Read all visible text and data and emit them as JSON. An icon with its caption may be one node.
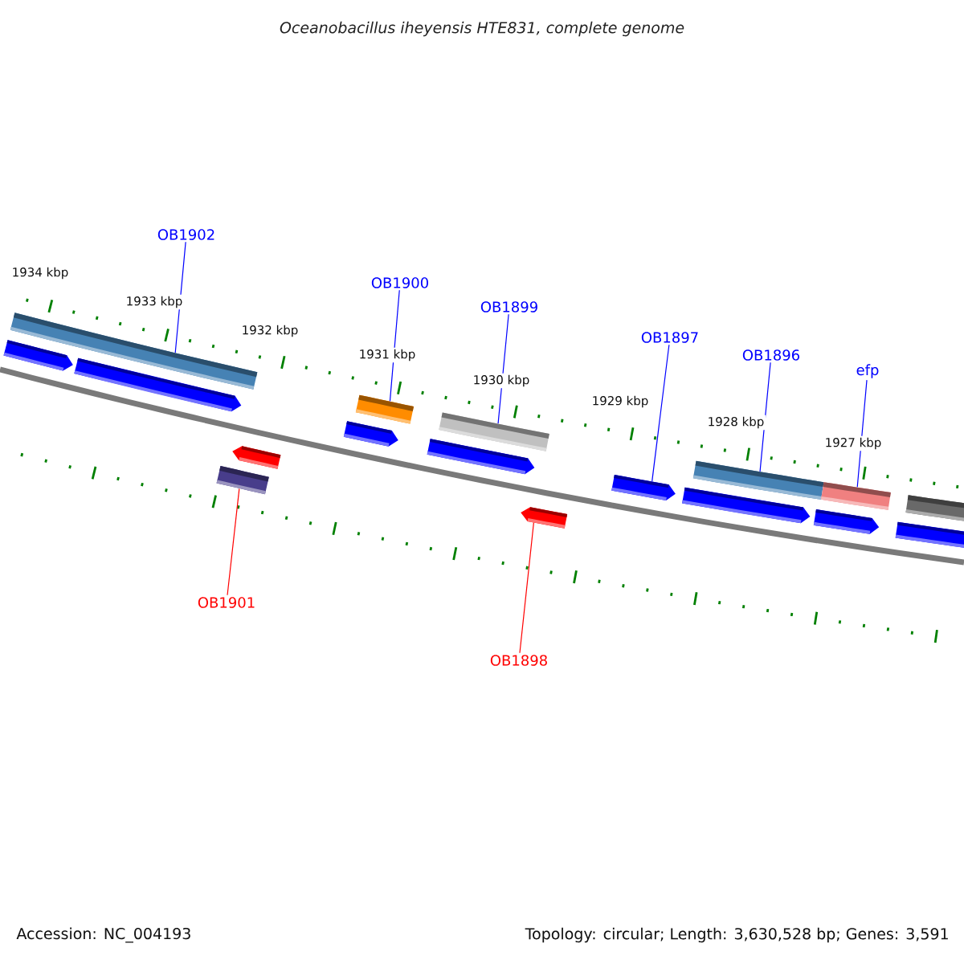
{
  "diagram": {
    "title": "Oceanobacillus iheyensis HTE831, complete genome",
    "nodes": [
      {
        "text": [
          "OB1902"
        ]
      },
      {
        "text": [
          "OB1900"
        ]
      },
      {
        "text": [
          "OB1899"
        ]
      },
      {
        "text": [
          "OB1897"
        ]
      },
      {
        "text": [
          "OB1896"
        ]
      },
      {
        "text": [
          "efp"
        ]
      },
      {
        "text": [
          "OB1901"
        ]
      },
      {
        "text": [
          "OB1898"
        ]
      },
      {
        "text": [],
        "shape": "bar"
      },
      {
        "text": [],
        "shape": "pentagon"
      },
      {
        "text": [],
        "shape": "pentagon"
      },
      {
        "text": [],
        "shape": "bar"
      },
      {
        "text": [],
        "shape": "pentagon"
      },
      {
        "text": [],
        "shape": "pentagon"
      },
      {
        "text": [],
        "shape": "bar"
      },
      {
        "text": [],
        "shape": "pentagon"
      },
      {
        "text": [],
        "shape": "bar"
      },
      {
        "text": [],
        "shape": "pentagon"
      },
      {
        "text": [],
        "shape": "pentagon"
      },
      {
        "text": [],
        "shape": "pentagon"
      },
      {
        "text": [],
        "shape": "bar"
      },
      {
        "text": [],
        "shape": "pentagon"
      },
      {
        "text": [],
        "shape": "bar"
      },
      {
        "text": [],
        "shape": "pentagon"
      },
      {
        "text": [],
        "shape": "bar"
      }
    ],
    "edges": [
      {
        "from": 0,
        "to": 8,
        "arrow": "none"
      },
      {
        "from": 1,
        "to": 14,
        "arrow": "none"
      },
      {
        "from": 2,
        "to": 16,
        "arrow": "none"
      },
      {
        "from": 3,
        "to": 18,
        "arrow": "none"
      },
      {
        "from": 4,
        "to": 20,
        "arrow": "none"
      },
      {
        "from": 5,
        "to": 22,
        "arrow": "none"
      },
      {
        "from": 6,
        "to": 11,
        "arrow": "none",
        "color": "#ff0000"
      },
      {
        "from": 7,
        "to": 17,
        "arrow": "none",
        "color": "#ff0000"
      }
    ],
    "labels": [
      "1934 kbp",
      "1933 kbp",
      "1932 kbp",
      "1931 kbp",
      "1930 kbp",
      "1929 kbp",
      "1928 kbp",
      "1927 kbp",
      "Accession: NC_004193",
      "Topology: circular; Length: 3,630,528 bp; Genes: 3,591"
    ]
  }
}
